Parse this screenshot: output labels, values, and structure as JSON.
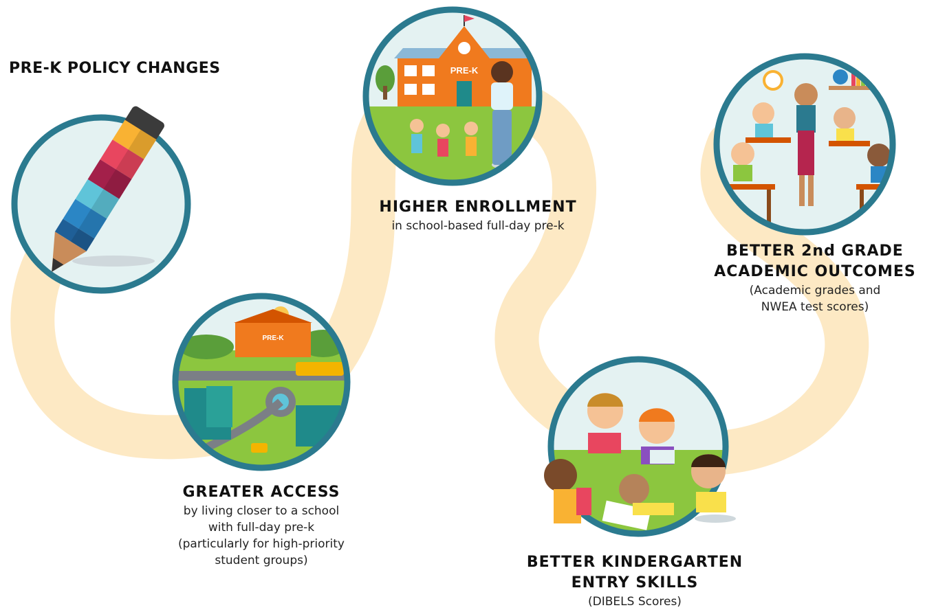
{
  "title": "PRE-K POLICY CHANGES",
  "colors": {
    "path": "#fde9c4",
    "ring": "#2b7a8f",
    "disc": "#e4f2f2",
    "grass": "#8cc63f",
    "school": "#f07a1e"
  },
  "steps": [
    {
      "id": "policy",
      "icon": "pencil-icon",
      "heading_lines": [],
      "sub_lines": []
    },
    {
      "id": "access",
      "icon": "neighborhood-map-icon",
      "school_sign": "PRE-K",
      "heading_lines": [
        "GREATER ACCESS"
      ],
      "sub_lines": [
        "by living closer to a school",
        "with full-day pre-k",
        "(particularly for high-priority",
        "student groups)"
      ]
    },
    {
      "id": "enrollment",
      "icon": "school-building-icon",
      "school_sign": "PRE-K",
      "heading_lines": [
        "HIGHER ENROLLMENT"
      ],
      "sub_lines": [
        "in school-based full-day pre-k"
      ]
    },
    {
      "id": "kindergarten",
      "icon": "children-reading-icon",
      "heading_lines": [
        "BETTER KINDERGARTEN",
        "ENTRY SKILLS"
      ],
      "sub_lines": [
        "(DIBELS Scores)"
      ]
    },
    {
      "id": "grade2",
      "icon": "classroom-icon",
      "heading_lines": [
        "BETTER 2nd GRADE",
        "ACADEMIC OUTCOMES"
      ],
      "sub_lines": [
        "(Academic grades and",
        "NWEA test scores)"
      ]
    }
  ]
}
